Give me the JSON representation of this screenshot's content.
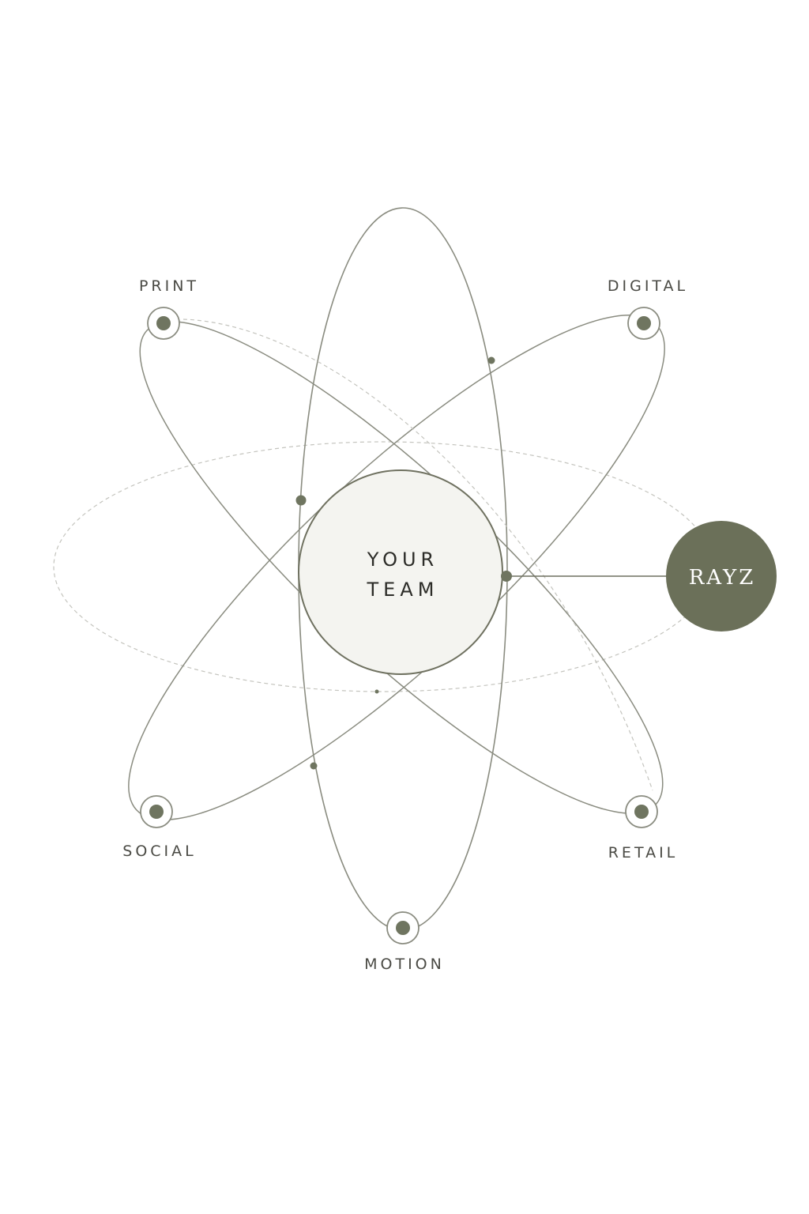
{
  "diagram": {
    "center": {
      "line1": "YOUR",
      "line2": "TEAM"
    },
    "brand": {
      "label": "RAYZ"
    },
    "channels": [
      {
        "id": "print",
        "label": "PRINT"
      },
      {
        "id": "digital",
        "label": "DIGITAL"
      },
      {
        "id": "social",
        "label": "SOCIAL"
      },
      {
        "id": "retail",
        "label": "RETAIL"
      },
      {
        "id": "motion",
        "label": "MOTION"
      }
    ],
    "colors": {
      "accent": "#6f7560",
      "line": "#8a8c80",
      "dashed": "#c4c4be",
      "center_fill": "#f4f4f0",
      "center_stroke": "#6f7160",
      "label": "#4a4a44"
    }
  }
}
